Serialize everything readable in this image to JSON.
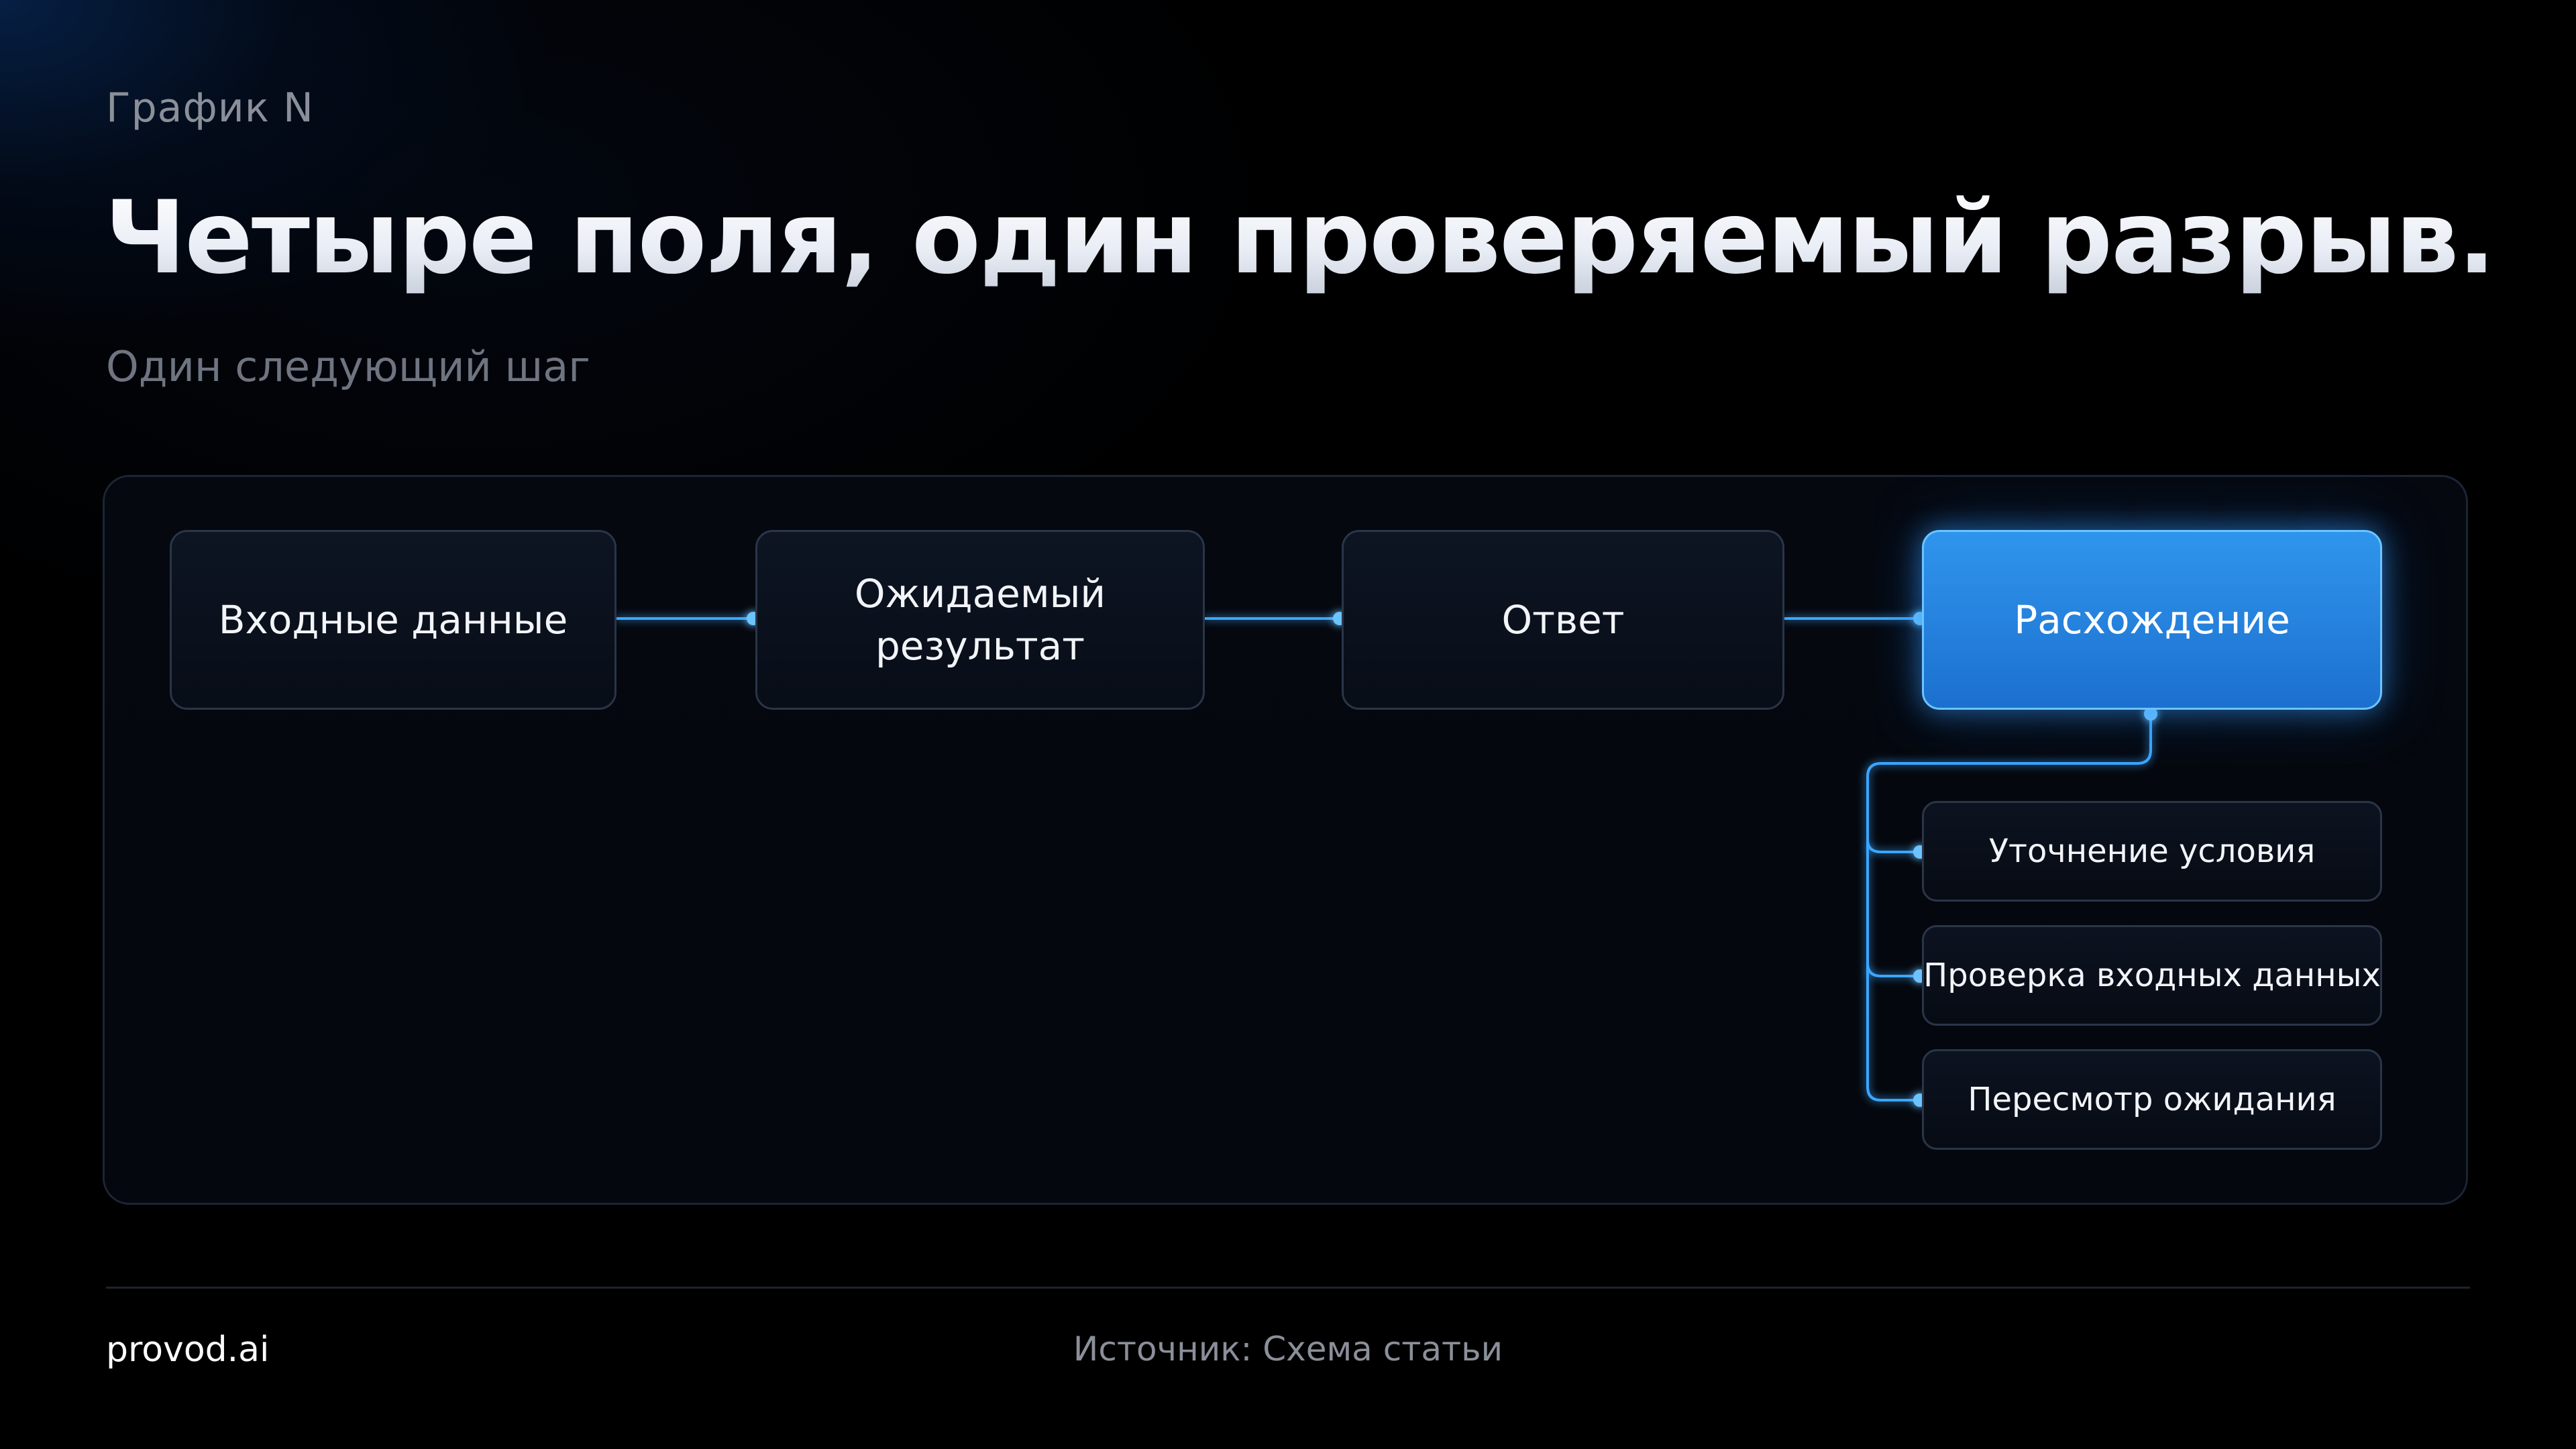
{
  "header": {
    "eyebrow": "График N",
    "title": "Четыре поля, один проверяемый разрыв.",
    "subtitle": "Один следующий шаг"
  },
  "diagram": {
    "main_nodes": [
      {
        "label": "Входные данные",
        "active": false
      },
      {
        "label": "Ожидаемый\nрезультат",
        "active": false
      },
      {
        "label": "Ответ",
        "active": false
      },
      {
        "label": "Расхождение",
        "active": true
      }
    ],
    "branch_nodes": [
      {
        "label": "Уточнение условия"
      },
      {
        "label": "Проверка входных данных"
      },
      {
        "label": "Пересмотр ожидания"
      }
    ],
    "colors": {
      "accent": "#2f95ec",
      "wire": "#3aa6ff",
      "node_border": "#2a3548"
    }
  },
  "footer": {
    "brand": "provod.ai",
    "source": "Источник: Схема статьи"
  }
}
